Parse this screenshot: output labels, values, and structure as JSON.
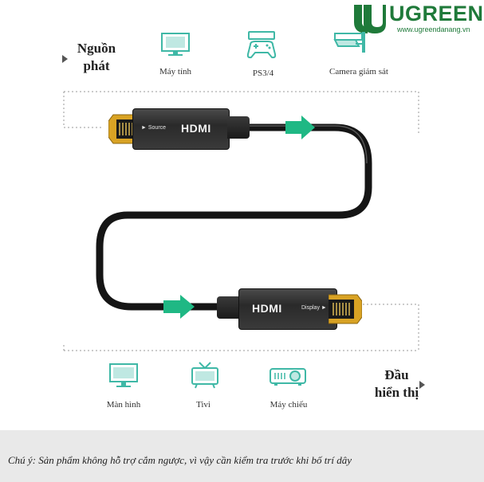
{
  "brand": {
    "name": "UGREEN",
    "url": "www.ugreendanang.vn"
  },
  "source": {
    "label_line1": "Nguồn",
    "label_line2": "phát",
    "devices": [
      {
        "icon": "monitor-icon",
        "label": "Máy tính"
      },
      {
        "icon": "game-console-icon",
        "label": "PS3/4"
      },
      {
        "icon": "security-camera-icon",
        "label": "Camera giám sát"
      }
    ]
  },
  "display": {
    "label_line1": "Đầu",
    "label_line2": "hiển thị",
    "devices": [
      {
        "icon": "screen-icon",
        "label": "Màn hình"
      },
      {
        "icon": "tv-icon",
        "label": "Tivi"
      },
      {
        "icon": "projector-icon",
        "label": "Máy chiếu"
      }
    ]
  },
  "cable": {
    "source_plug_label": "► Source",
    "display_plug_label": "Display ►",
    "connector_text": "HDMI"
  },
  "colors": {
    "brand_green": "#1f7a3a",
    "arrow_green": "#1fb884",
    "icon_teal": "#3fb8a6",
    "plug_gold": "#d9a324"
  },
  "note": "Chú ý: Sản phẩm không hỗ trợ cắm ngược, vì vậy cần kiểm tra trước khi bố trí dây"
}
